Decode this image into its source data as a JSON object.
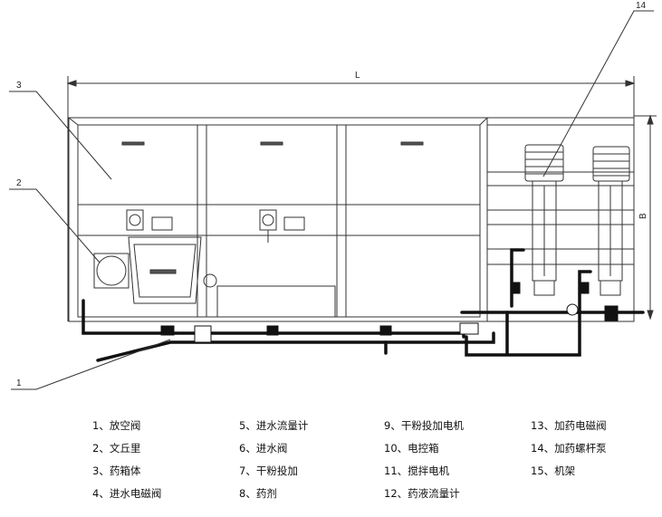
{
  "callouts": {
    "c1": "1",
    "c2": "2",
    "c3": "3",
    "c14": "14"
  },
  "dimensions": {
    "length": "L",
    "height": "B"
  },
  "legend": [
    "1、放空阀",
    "2、文丘里",
    "3、药箱体",
    "4、进水电磁阀",
    "5、进水流量计",
    "6、进水阀",
    "7、干粉投加",
    "8、药剂",
    "9、干粉投加电机",
    "10、电控箱",
    "11、搅拌电机",
    "12、药液流量计",
    "13、加药电磁阀",
    "14、加药螺杆泵",
    "15、机架"
  ]
}
